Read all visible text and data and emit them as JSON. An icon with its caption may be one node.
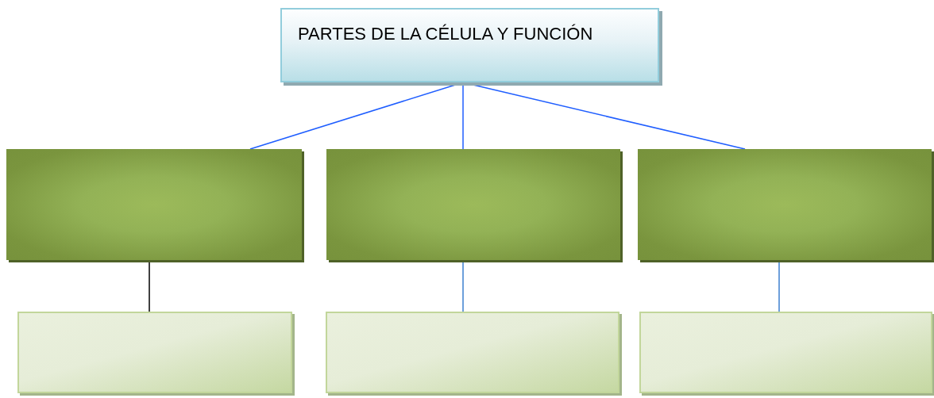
{
  "diagram": {
    "nodes": [
      {
        "text": [
          "PARTES DE LA CÉLULA Y FUNCIÓN"
        ]
      },
      {
        "text": [],
        "shape": "box"
      },
      {
        "text": [],
        "shape": "box"
      },
      {
        "text": [],
        "shape": "box"
      },
      {
        "text": [],
        "shape": "box"
      },
      {
        "text": [],
        "shape": "box"
      },
      {
        "text": [],
        "shape": "box"
      }
    ],
    "edges": [
      {
        "from": 0,
        "to": 1,
        "arrow": "none"
      },
      {
        "from": 0,
        "to": 2,
        "arrow": "none"
      },
      {
        "from": 0,
        "to": 3,
        "arrow": "none"
      },
      {
        "from": 1,
        "to": 4,
        "arrow": "none",
        "color": "#000000"
      },
      {
        "from": 2,
        "to": 5,
        "arrow": "none"
      },
      {
        "from": 3,
        "to": 6,
        "arrow": "none"
      }
    ]
  }
}
